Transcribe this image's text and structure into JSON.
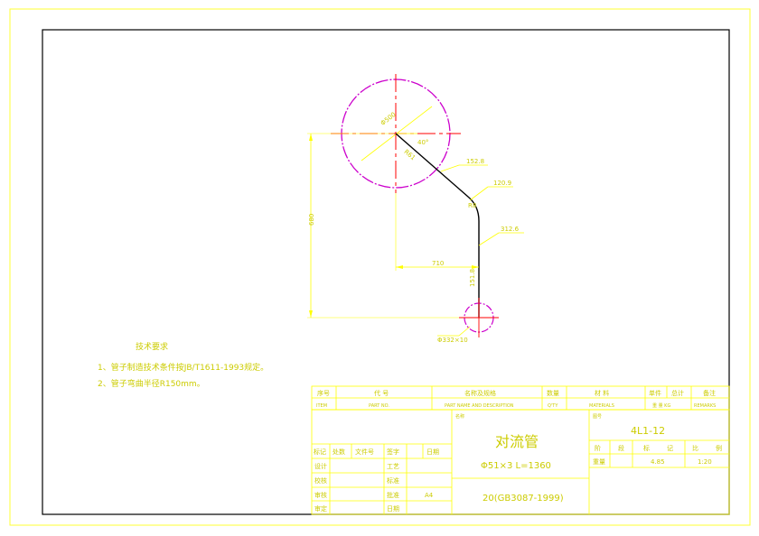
{
  "colors": {
    "sheet_border": "#ffff33",
    "frame": "#000000",
    "dimension": "#ffff00",
    "dim_text": "#cccc00",
    "centerline": "#ff0000",
    "circle": "#cc00cc",
    "pipe": "#000000",
    "title_text": "#cccc00"
  },
  "notes": {
    "heading": "技术要求",
    "line1": "1、管子制造技术条件按JB/T1611-1993规定。",
    "line2": "2、管子弯曲半径R150mm。"
  },
  "drawing": {
    "dim_circle_dia": "Φ500",
    "dim_angle": "40°",
    "dim_radius": "R61",
    "dim_vertical": "680",
    "dim_horizontal": "710",
    "dim_leader1": "152.8",
    "dim_leader2": "120.9",
    "dim_leader3": "312.6",
    "dim_angle2": "R8",
    "dim_bottom_vertical": "151.8",
    "dim_bottom_label": "Φ332×10"
  },
  "title_block": {
    "header": {
      "seq_cn": "序号",
      "seq_en": "ITEM",
      "code_cn": "代 号",
      "code_en": "PART NO.",
      "name_cn": "名称及规格",
      "name_en": "PART NAME AND DESCRIPTION",
      "qty_cn": "数量",
      "qty_en": "Q'TY",
      "mat_cn": "材 料",
      "mat_en": "MATERIALS",
      "weight_single": "单件",
      "weight_total": "总计",
      "weight_en": "重 量 KG",
      "remark_cn": "备注",
      "remark_en": "REMARKS"
    },
    "rev_headers": [
      "标记",
      "处数",
      "文件号",
      "签字",
      "日期"
    ],
    "sign_rows": [
      {
        "role": "设计",
        "col2": "工艺"
      },
      {
        "role": "校核",
        "col2": "标准"
      },
      {
        "role": "审核",
        "col2": "批准",
        "col3": "A4"
      },
      {
        "role": "审定",
        "col2": "日期"
      }
    ],
    "part_name": "对流管",
    "part_spec": "Φ51×3  L=1360",
    "material": "20(GB3087-1999)",
    "name_label": "名称",
    "drawing_no_label": "图号",
    "drawing_no": "4L1-12",
    "stage_labels": [
      "阶",
      "段",
      "标",
      "记",
      "比",
      "例"
    ],
    "weight_label": "重量",
    "weight": "4.85",
    "scale": "1:20"
  }
}
